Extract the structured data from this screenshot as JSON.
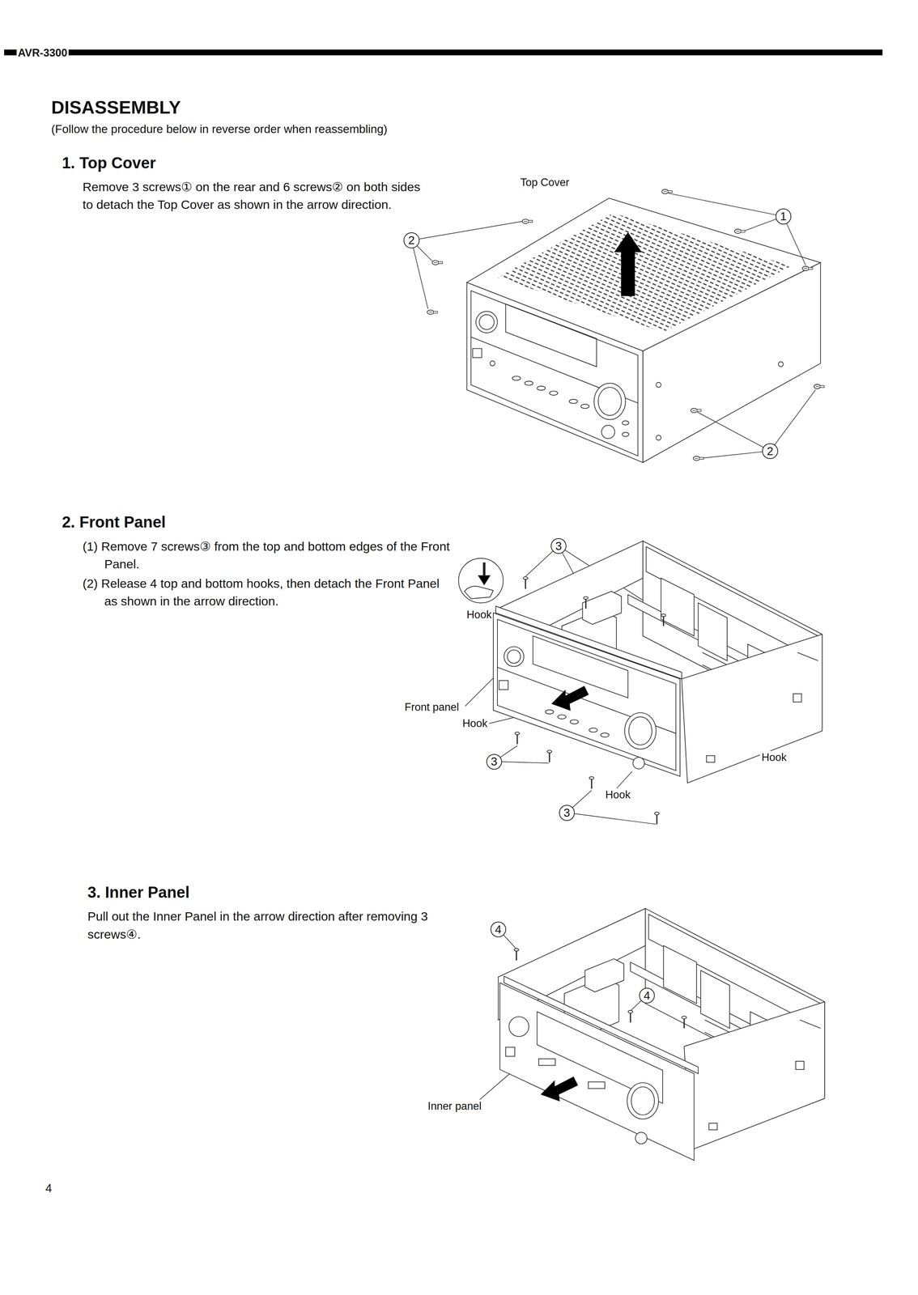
{
  "diagram": {
    "title": "DISASSEMBLY",
    "nodes": [
      {
        "text": [
          "1"
        ]
      },
      {
        "text": [
          "2"
        ]
      },
      {
        "text": [
          "2"
        ]
      },
      {
        "text": [
          "3"
        ]
      },
      {
        "text": [
          "3"
        ]
      },
      {
        "text": [
          "3"
        ]
      },
      {
        "text": [
          "4"
        ]
      },
      {
        "text": [
          "4"
        ]
      }
    ],
    "labels": [
      "AVR-3300",
      "(Follow the procedure below in reverse order when reassembling)",
      "1. Top Cover",
      "Remove 3 screws① on the rear and 6 screws② on both sides to detach the Top Cover as shown in the arrow direction.",
      "Top Cover",
      "2. Front Panel",
      "(1) Remove 7 screws③ from the top and bottom edges of the Front Panel.",
      "(2) Release 4 top and bottom hooks, then detach the Front Panel as shown in the arrow direction.",
      "Hook",
      "Front panel",
      "Hook",
      "Hook",
      "Hook",
      "3. Inner Panel",
      "Pull out the Inner Panel in the arrow direction after removing 3 screws④.",
      "Inner panel",
      "4"
    ]
  }
}
